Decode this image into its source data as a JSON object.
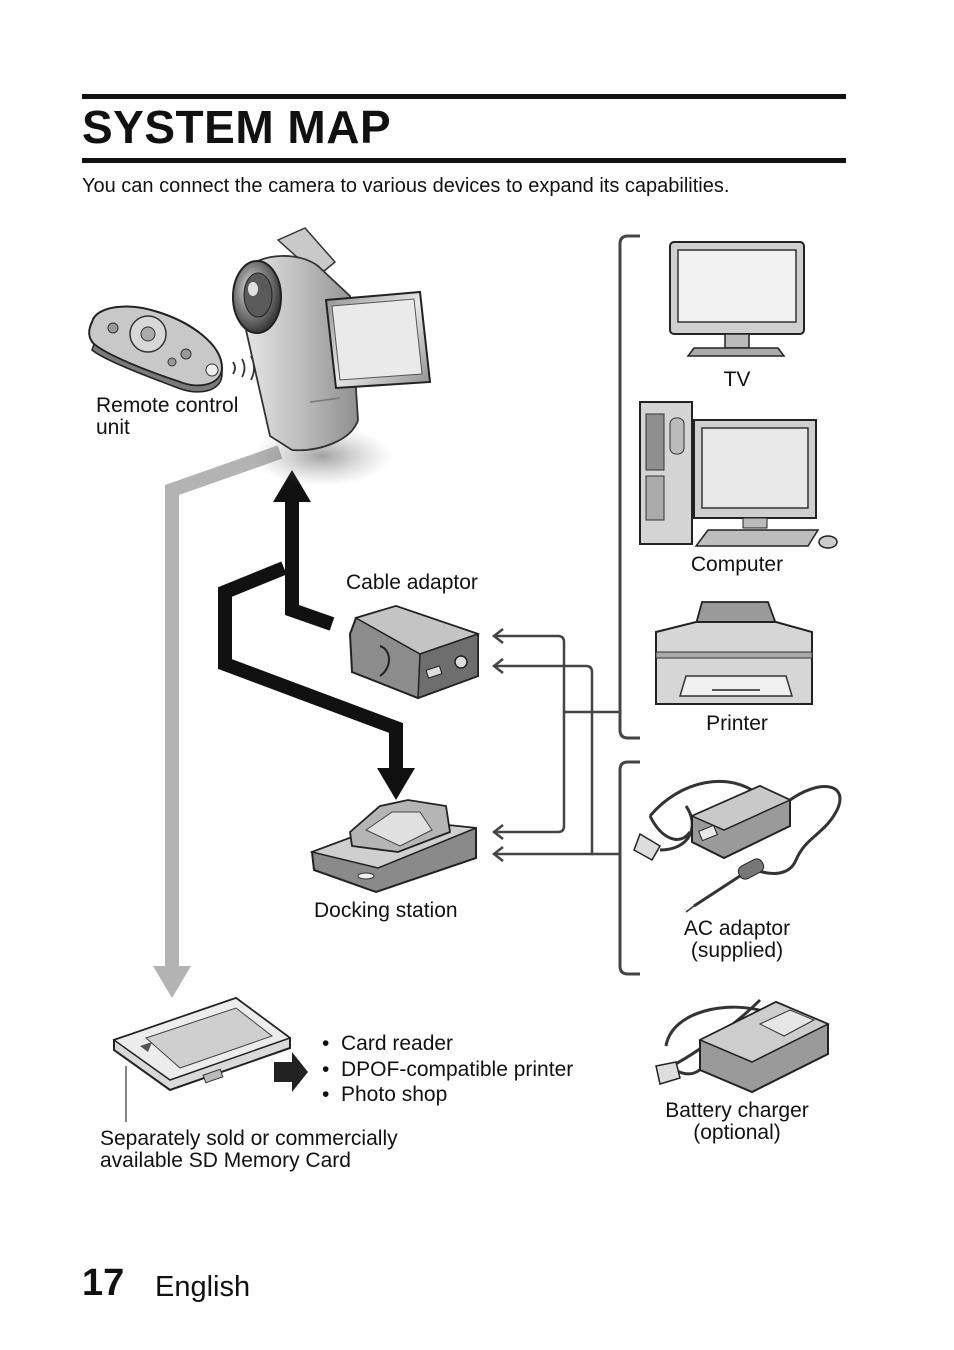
{
  "page": {
    "title": "SYSTEM MAP",
    "intro": "You can connect the camera to various devices to expand its capabilities."
  },
  "labels": {
    "remote_control": [
      "Remote control",
      "unit"
    ],
    "cable_adaptor": "Cable adaptor",
    "docking_station": "Docking station",
    "tv": "TV",
    "computer": "Computer",
    "printer": "Printer",
    "ac_adaptor": [
      "AC adaptor",
      "(supplied)"
    ],
    "battery_charger": [
      "Battery charger",
      "(optional)"
    ],
    "sd_card": [
      "Separately sold or commercially",
      "available SD Memory Card"
    ]
  },
  "sd_card_uses": [
    "Card reader",
    "DPOF-compatible printer",
    "Photo shop"
  ],
  "footer": {
    "page_number": "17",
    "language": "English"
  }
}
